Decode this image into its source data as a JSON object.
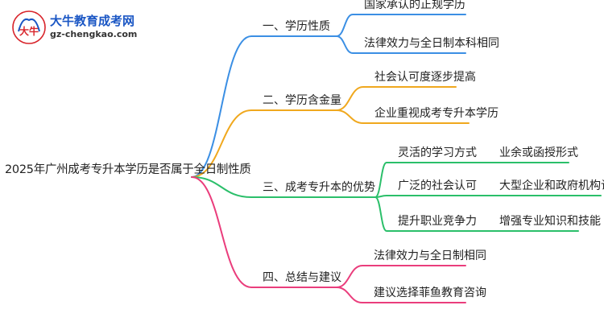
{
  "logo": {
    "title": "大牛教育成考网",
    "url": "gz-chengkao.com",
    "glyph": "大牛",
    "colors": {
      "red": "#d8232a",
      "blue": "#1a56c4"
    }
  },
  "root": "2025年广州成考专升本学历是否属于全日制性质",
  "branches": [
    {
      "label": "一、学历性质",
      "color": "#3b8fe4",
      "children": [
        {
          "label": "国家承认的正规学历"
        },
        {
          "label": "法律效力与全日制本科相同"
        }
      ]
    },
    {
      "label": "二、学历含金量",
      "color": "#f0a81e",
      "children": [
        {
          "label": "社会认可度逐步提高"
        },
        {
          "label": "企业重视成考专升本学历"
        }
      ]
    },
    {
      "label": "三、成考专升本的优势",
      "color": "#2bbf6a",
      "children": [
        {
          "label": "灵活的学习方式",
          "child": "业余或函授形式"
        },
        {
          "label": "广泛的社会认可",
          "child": "大型企业和政府机构认可"
        },
        {
          "label": "提升职业竞争力",
          "child": "增强专业知识和技能"
        }
      ]
    },
    {
      "label": "四、总结与建议",
      "color": "#ea3d7c",
      "children": [
        {
          "label": "法律效力与全日制相同"
        },
        {
          "label": "建议选择菲鱼教育咨询"
        }
      ]
    }
  ]
}
